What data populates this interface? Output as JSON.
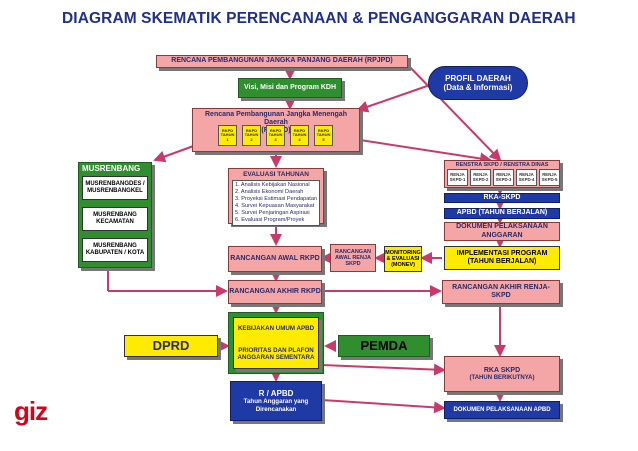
{
  "title": "DIAGRAM SKEMATIK PERENCANAAN & PENGANGGARAN DAERAH",
  "logo": "giz",
  "colors": {
    "title": "#1f2f8a",
    "pink": "#f4a6a6",
    "green": "#2f8f2f",
    "darkblue": "#1f3aa5",
    "yellow": "#ffeb00",
    "logo": "#d9001b",
    "arrow": "#c93a6a"
  },
  "nodes": {
    "rpjpd": "RENCANA PEMBANGUNAN JANGKA PANJANG DAERAH (RPJPD)",
    "visi_misi": "Visi, Misi dan Program KDH",
    "profil": [
      "PROFIL DAERAH",
      "(Data & Informasi)"
    ],
    "rpjmd_line1": "Rencana Pembangunan Jangka Menengah Daerah",
    "rpjmd_line2": "(RPJMD)",
    "rkpd_years": [
      "RKPD TAHUN 1",
      "RKPD TAHUN 2",
      "RKPD TAHUN 3",
      "RKPD TAHUN 4",
      "RKPD TAHUN 5"
    ],
    "musrenbang": "MUSRENBANG",
    "musrenbang_des": "MUSRENBANGDES / MUSRENBANGKEL",
    "musrenbang_kec": "MUSRENBANG KECAMATAN",
    "musrenbang_kab": "MUSRENBANG KABUPATEN / KOTA",
    "evaluasi_title": "EVALUASI TAHUNAN",
    "evaluasi_items": [
      "1. Analisis Kebijakan Nasional",
      "2. Analisis Ekonomi Daerah",
      "3. Proyeksi Estimasi Pendapatan",
      "4. Survei Kepuasan Masyarakat",
      "5. Survei Penjaringan Aspirasi",
      "6. Evaluasi Program/Proyek"
    ],
    "renstra": "RENSTRA SKPD / RENSTRA DINAS",
    "renja_years": [
      "RENJA SKPD-1",
      "RENJA SKPD-2",
      "RENJA SKPD-3",
      "RENJA SKPD-4",
      "RENJA SKPD-5"
    ],
    "rka_skpd_top": "RKA-SKPD",
    "apbd": "APBD (TAHUN BERJALAN)",
    "dpa": "DOKUMEN PELAKSANAAN ANGGARAN",
    "implementasi": "IMPLEMENTASI PROGRAM (TAHUN BERJALAN)",
    "monev": "MONITORING & EVALUASI (MONEV)",
    "rancangan_renja": "RANCANGAN AWAL RENJA SKPD",
    "rancangan_awal_rkpd": "RANCANGAN AWAL RKPD",
    "rancangan_akhir_rkpd": "RANCANGAN AKHIR RKPD",
    "rancangan_akhir_renja": "RANCANGAN AKHIR RENJA-SKPD",
    "kua_ppas": [
      "KEBIJAKAN UMUM APBD",
      "PRIORITAS DAN PLAFON ANGGARAN SEMENTARA"
    ],
    "dprd": "DPRD",
    "pemda": "PEMDA",
    "rka_skpd_bottom": [
      "RKA SKPD",
      "(TAHUN BERIKUTNYA)"
    ],
    "rapbd": [
      "R / APBD",
      "Tahun Anggaran yang Direncanakan"
    ],
    "dpa_bottom": "DOKUMEN PELAKSANAAN APBD"
  }
}
